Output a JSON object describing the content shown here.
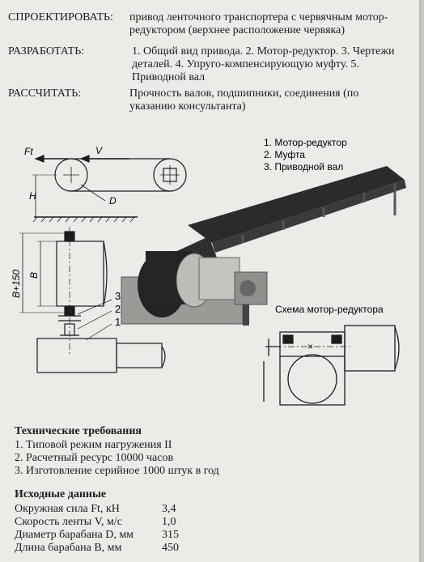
{
  "header": {
    "design_label": "СПРОЕКТИРОВАТЬ:",
    "design_text": "привод ленточного транспортера с червячным мотор-редуктором (верхнее расположение червяка)",
    "develop_label": "РАЗРАБОТАТЬ:",
    "develop_text": "1. Общий вид привода. 2. Мотор-редуктор. 3. Чертежи деталей. 4. Упруго-компенсирующую муфту. 5. Приводной вал",
    "calc_label": "РАССЧИТАТЬ:",
    "calc_text": "Прочность валов, подшипники, соединения (по указанию консультанта)"
  },
  "legend": [
    "1. Мотор-редуктор",
    "2. Муфта",
    "3. Приводной вал"
  ],
  "scheme_caption": "Схема мотор-редуктора",
  "diagram_labels": {
    "force": "Ft",
    "speed": "V",
    "height": "H",
    "diameter": "D",
    "width_plus": "B+150",
    "width": "B",
    "callout_3": "3",
    "callout_2": "2",
    "callout_1": "1",
    "cross": "×"
  },
  "requirements": {
    "title": "Технические требования",
    "items": [
      "1. Типовой режим нагружения II",
      "2. Расчетный ресурс 10000 часов",
      "3. Изготовление серийное 1000 штук в год"
    ]
  },
  "source_data": {
    "title": "Исходные данные",
    "rows": [
      {
        "label": "Окружная сила Ft, кН",
        "value": "3,4"
      },
      {
        "label": "Скорость ленты V, м/с",
        "value": "1,0"
      },
      {
        "label": "Диаметр барабана D, мм",
        "value": "315"
      },
      {
        "label": "Длина барабана B, мм",
        "value": "450"
      }
    ]
  }
}
